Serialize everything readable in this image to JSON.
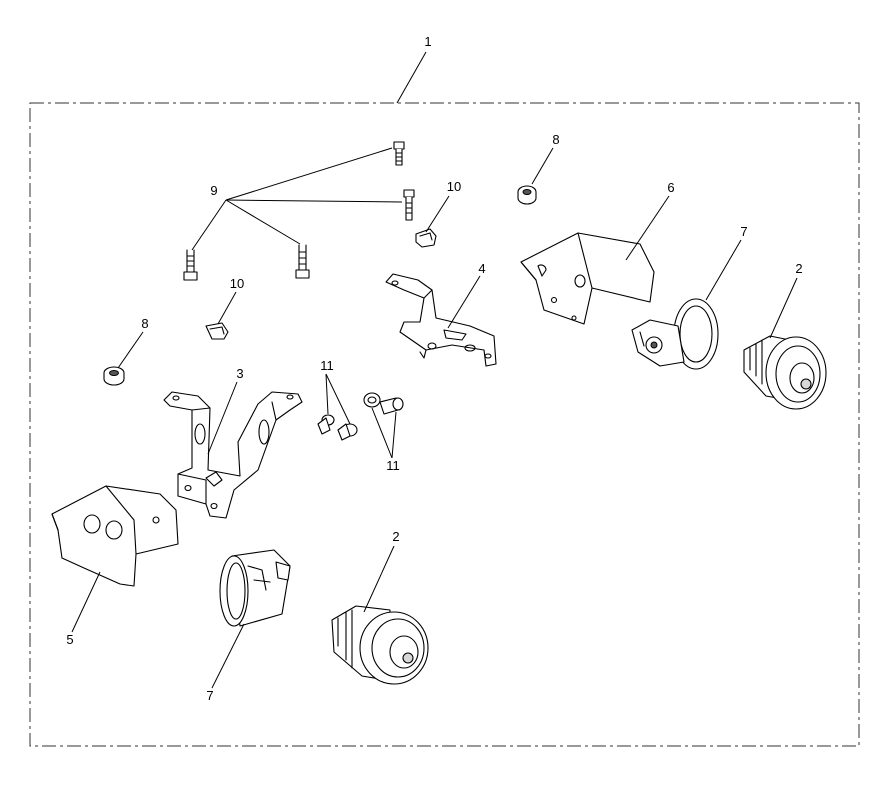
{
  "diagram": {
    "callouts": {
      "c1": "1",
      "c2a": "2",
      "c2b": "2",
      "c3": "3",
      "c4": "4",
      "c5": "5",
      "c6": "6",
      "c7a": "7",
      "c7b": "7",
      "c8a": "8",
      "c8b": "8",
      "c9": "9",
      "c10a": "10",
      "c10b": "10",
      "c11a": "11",
      "c11b": "11"
    }
  }
}
